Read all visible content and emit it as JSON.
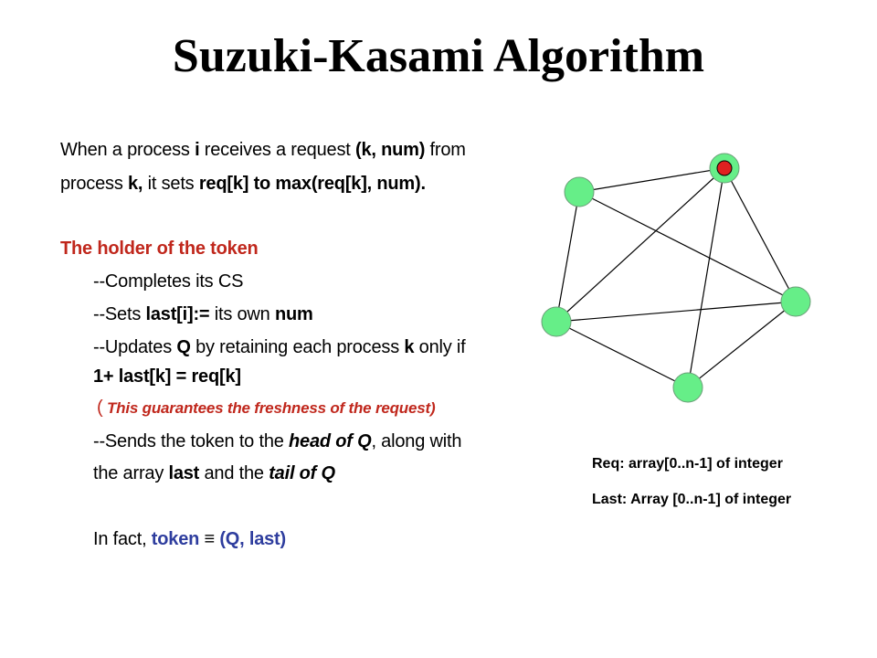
{
  "slide": {
    "title": "Suzuki-Kasami Algorithm",
    "p1": {
      "t1": "When a process ",
      "i": "i",
      "t2": " receives a request ",
      "req": "(k, num)",
      "t3": " from"
    },
    "p2": {
      "t1": " process ",
      "k": "k,",
      "t2": " it sets ",
      "expr": "req[k] to max(req[k], num)."
    },
    "holder_heading": "The holder of the token",
    "step1": "--Completes its CS",
    "step2": {
      "t1": "--Sets ",
      "last": "last[i]:=",
      "t2": " its own ",
      "num": "num"
    },
    "step3": {
      "t1": "--Updates ",
      "q": "Q",
      "t2": " by retaining each process ",
      "k": "k",
      "t3": " only if"
    },
    "step3b": "1+ last[k] = req[k]",
    "guarantee": {
      "paren": "(",
      "text": " This guarantees the freshness of the request)"
    },
    "step4": {
      "t1": "--Sends the token to the ",
      "head": "head of Q",
      "t2": ", along with"
    },
    "step4b": {
      "t1": "the array ",
      "last": "last",
      "t2": " and the ",
      "tail": "tail of Q"
    },
    "conclusion": {
      "t1": "In fact, ",
      "token": "token",
      "equiv": " ≡ ",
      "pair": "(Q, last)"
    },
    "legend_req": "Req: array[0..n-1] of integer",
    "legend_last": "Last: Array [0..n-1] of integer"
  },
  "graph": {
    "node_color": "#66ee88",
    "token_color": "#e02020",
    "edge_color": "#000000"
  }
}
